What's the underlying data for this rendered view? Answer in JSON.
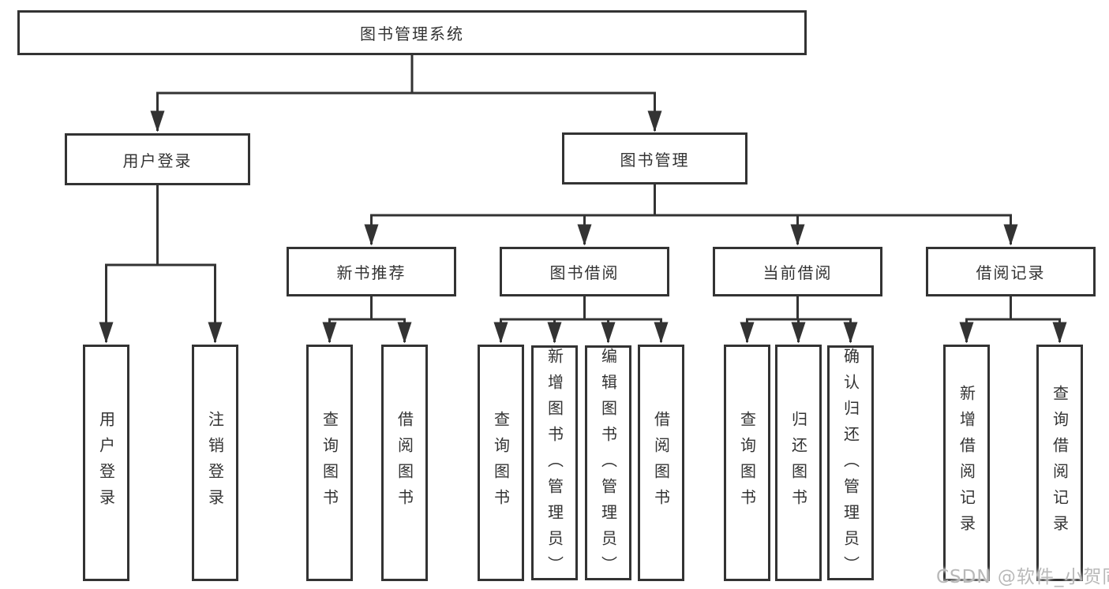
{
  "tree": {
    "label": "图书管理系统",
    "children": [
      {
        "label": "用户登录",
        "children": [
          {
            "label": "用户登录"
          },
          {
            "label": "注销登录"
          }
        ]
      },
      {
        "label": "图书管理",
        "children": [
          {
            "label": "新书推荐",
            "children": [
              {
                "label": "查询图书"
              },
              {
                "label": "借阅图书"
              }
            ]
          },
          {
            "label": "图书借阅",
            "children": [
              {
                "label": "查询图书"
              },
              {
                "label": "新增图书（管理员）"
              },
              {
                "label": "编辑图书（管理员）"
              },
              {
                "label": "借阅图书"
              }
            ]
          },
          {
            "label": "当前借阅",
            "children": [
              {
                "label": "查询图书"
              },
              {
                "label": "归还图书"
              },
              {
                "label": "确认归还（管理员）"
              }
            ]
          },
          {
            "label": "借阅记录",
            "children": [
              {
                "label": "新增借阅记录"
              },
              {
                "label": "查询借阅记录"
              }
            ]
          }
        ]
      }
    ]
  },
  "watermark": {
    "text": "CSDN @软件_小贺同学"
  },
  "colors": {
    "line": "#333333",
    "text": "#333333",
    "box_background": "#ffffff",
    "page_background": "#ffffff",
    "watermark": "#b9b9b9"
  }
}
